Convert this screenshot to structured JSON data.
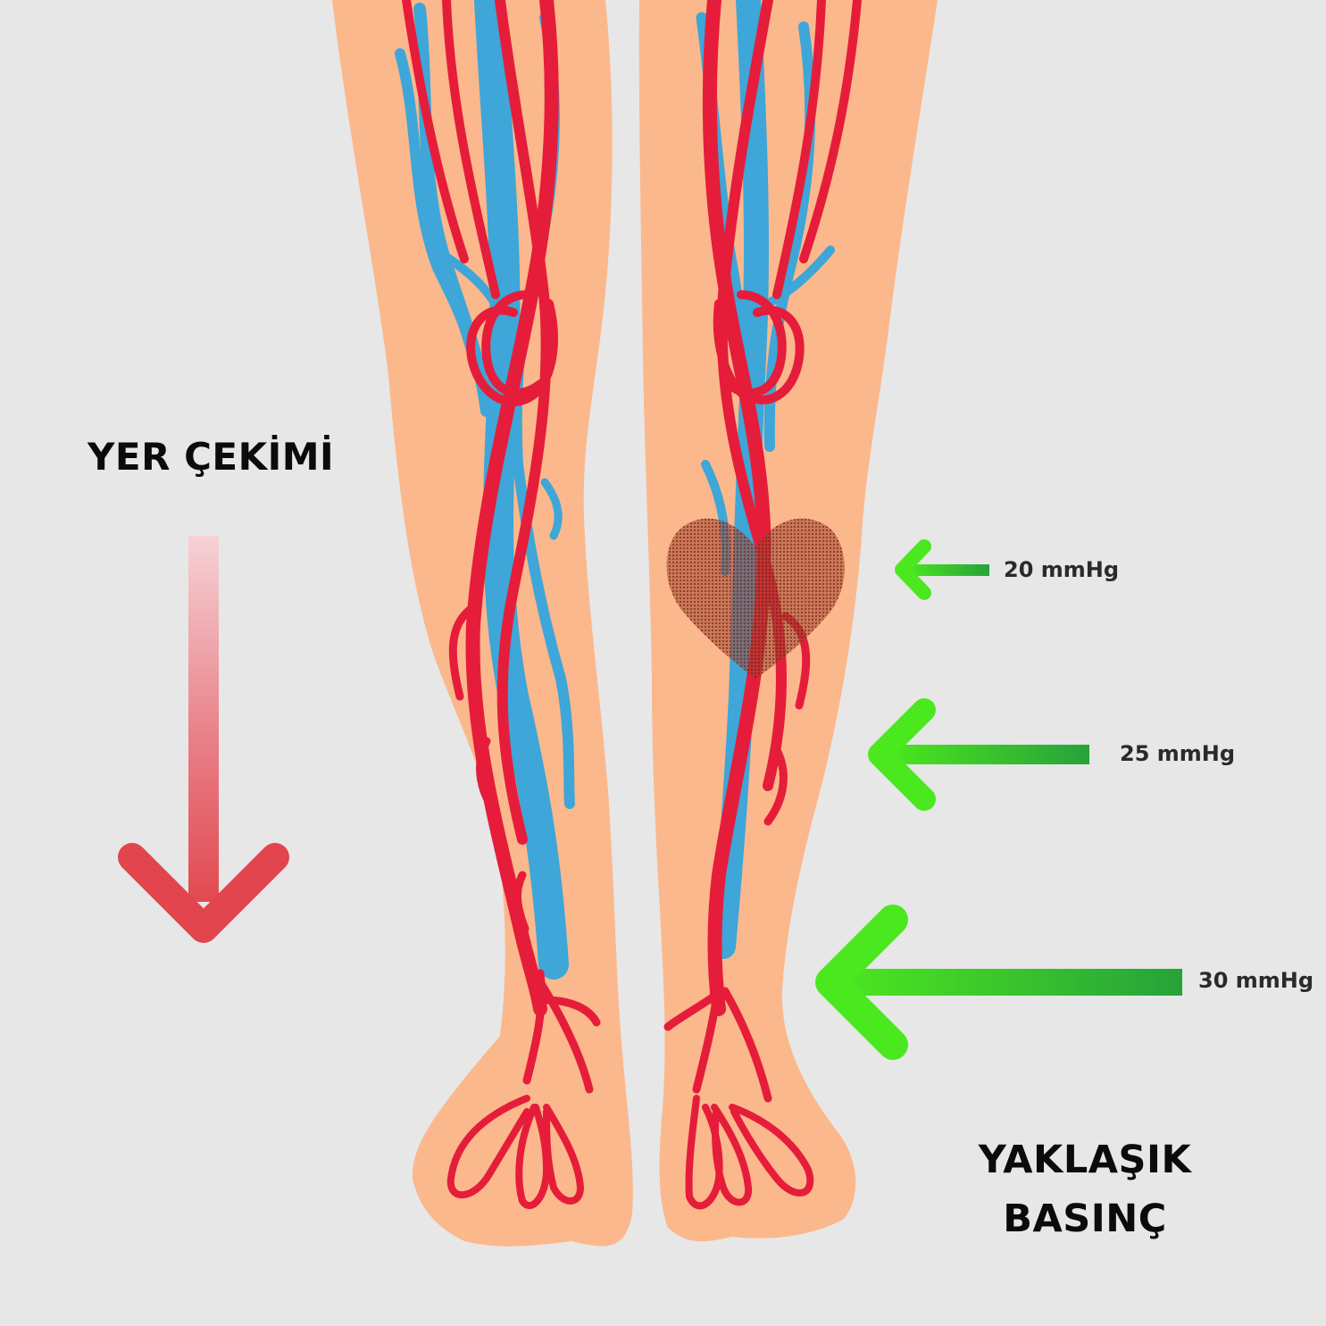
{
  "gravity": {
    "label": "YER ÇEKİMİ"
  },
  "pressure": {
    "title_line1": "YAKLAŞIK",
    "title_line2": "BASINÇ",
    "levels": [
      {
        "label": "20 mmHg"
      },
      {
        "label": "25 mmHg"
      },
      {
        "label": "30 mmHg"
      }
    ]
  },
  "colors": {
    "background": "#e7e7e7",
    "skin": "#fbb88c",
    "artery": "#e51d3a",
    "vein": "#3ea6d8",
    "compression_arrow": "#4be81f",
    "gravity_arrow": "#e0454e",
    "clot": "#9c3a2a"
  }
}
